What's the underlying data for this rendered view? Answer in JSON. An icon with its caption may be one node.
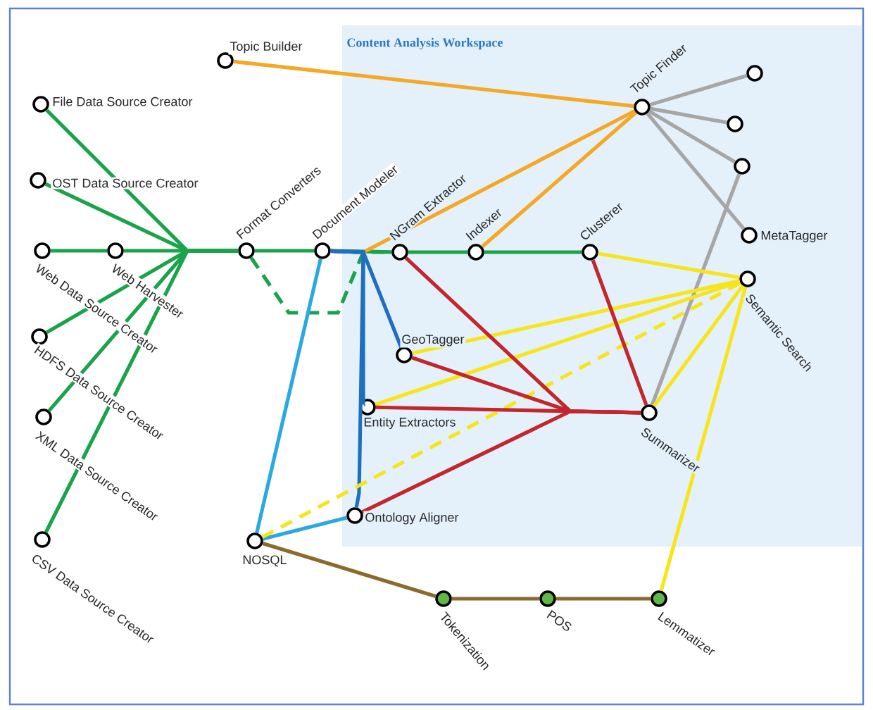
{
  "diagram": {
    "nodes": [
      {
        "text": [
          "Content Analysis Workspace"
        ]
      },
      {
        "text": [
          "Topic Builder"
        ]
      },
      {
        "text": [
          "File Data Source Creator"
        ]
      },
      {
        "text": [
          "OST Data Source Creator"
        ]
      },
      {
        "text": [
          "Web Data Source Creator"
        ]
      },
      {
        "text": [
          "Web Harvester"
        ]
      },
      {
        "text": [
          "HDFS Data Source Creator"
        ]
      },
      {
        "text": [
          "XML Data Source Creator"
        ]
      },
      {
        "text": [
          "CSV Data Source Creator"
        ]
      },
      {
        "text": [
          "Format Converters"
        ]
      },
      {
        "text": [
          "Document Modeler"
        ]
      },
      {
        "text": [
          "NGram Extractor"
        ],
        "in": 0
      },
      {
        "text": [
          "Indexer"
        ],
        "in": 0
      },
      {
        "text": [
          "Clusterer"
        ],
        "in": 0
      },
      {
        "text": [
          "Topic Finder"
        ],
        "in": 0
      },
      {
        "text": [],
        "shape": "circle",
        "in": 0
      },
      {
        "text": [],
        "shape": "circle",
        "in": 0
      },
      {
        "text": [],
        "shape": "circle",
        "in": 0
      },
      {
        "text": [
          "MetaTagger"
        ],
        "in": 0
      },
      {
        "text": [
          "Semantic Search"
        ],
        "in": 0
      },
      {
        "text": [
          "GeoTagger"
        ],
        "in": 0
      },
      {
        "text": [
          "Entity Extractors"
        ],
        "in": 0
      },
      {
        "text": [
          "Summarizer"
        ],
        "in": 0
      },
      {
        "text": [
          "Ontology Aligner"
        ],
        "in": 0
      },
      {
        "text": [
          "NOSQL"
        ]
      },
      {
        "text": [
          "Tokenization"
        ]
      },
      {
        "text": [
          "POS"
        ]
      },
      {
        "text": [
          "Lemmatizer"
        ]
      }
    ],
    "edges": [
      {
        "from": 2,
        "to": 9,
        "arrow": "none"
      },
      {
        "from": 3,
        "to": 9,
        "arrow": "none"
      },
      {
        "from": 4,
        "to": 5,
        "arrow": "none"
      },
      {
        "from": 5,
        "to": 9,
        "arrow": "none"
      },
      {
        "from": 6,
        "to": 9,
        "arrow": "none"
      },
      {
        "from": 7,
        "to": 9,
        "arrow": "none"
      },
      {
        "from": 8,
        "to": 9,
        "arrow": "none"
      },
      {
        "from": 9,
        "to": 10,
        "arrow": "none"
      },
      {
        "from": 10,
        "to": 11,
        "arrow": "none"
      },
      {
        "from": 11,
        "to": 12,
        "arrow": "none"
      },
      {
        "from": 12,
        "to": 13,
        "arrow": "none"
      },
      {
        "from": 9,
        "to": 11,
        "arrow": "none",
        "style": "dashed"
      },
      {
        "from": 1,
        "to": 14,
        "arrow": "none",
        "color": "#f4a825"
      },
      {
        "from": 10,
        "to": 14,
        "arrow": "none",
        "color": "#f4a825"
      },
      {
        "from": 12,
        "to": 14,
        "arrow": "none",
        "color": "#f4a825"
      },
      {
        "from": 14,
        "to": 15,
        "arrow": "none",
        "color": "#a6a6a6"
      },
      {
        "from": 14,
        "to": 16,
        "arrow": "none",
        "color": "#a6a6a6"
      },
      {
        "from": 14,
        "to": 17,
        "arrow": "none",
        "color": "#a6a6a6"
      },
      {
        "from": 14,
        "to": 18,
        "arrow": "none",
        "color": "#a6a6a6"
      },
      {
        "from": 17,
        "to": 22,
        "arrow": "none",
        "color": "#a6a6a6"
      },
      {
        "from": 10,
        "to": 20,
        "arrow": "none",
        "color": "#1f6fbf"
      },
      {
        "from": 10,
        "to": 21,
        "arrow": "none",
        "color": "#1f6fbf"
      },
      {
        "from": 10,
        "to": 23,
        "arrow": "none",
        "color": "#1f6fbf"
      },
      {
        "from": 10,
        "to": 24,
        "arrow": "none",
        "color": "#2aa9e0"
      },
      {
        "from": 24,
        "to": 23,
        "arrow": "none",
        "color": "#2aa9e0"
      },
      {
        "from": 13,
        "to": 19,
        "arrow": "none",
        "color": "#f7e51c"
      },
      {
        "from": 20,
        "to": 19,
        "arrow": "none",
        "color": "#f7e51c"
      },
      {
        "from": 21,
        "to": 19,
        "arrow": "none",
        "color": "#f7e51c"
      },
      {
        "from": 24,
        "to": 19,
        "arrow": "none",
        "style": "dashed",
        "color": "#f7e51c"
      },
      {
        "from": 22,
        "to": 19,
        "arrow": "none",
        "color": "#f7e51c"
      },
      {
        "from": 27,
        "to": 19,
        "arrow": "none",
        "color": "#f7e51c"
      },
      {
        "from": 11,
        "to": 22,
        "arrow": "none",
        "color": "#c1272d"
      },
      {
        "from": 20,
        "to": 22,
        "arrow": "none",
        "color": "#c1272d"
      },
      {
        "from": 21,
        "to": 22,
        "arrow": "none",
        "color": "#c1272d"
      },
      {
        "from": 23,
        "to": 22,
        "arrow": "none",
        "color": "#c1272d"
      },
      {
        "from": 13,
        "to": 22,
        "arrow": "none",
        "color": "#c1272d"
      },
      {
        "from": 24,
        "to": 25,
        "arrow": "none",
        "color": "#8b6a2c"
      },
      {
        "from": 25,
        "to": 26,
        "arrow": "none",
        "color": "#8b6a2c"
      },
      {
        "from": 26,
        "to": 27,
        "arrow": "none",
        "color": "#8b6a2c"
      }
    ]
  }
}
